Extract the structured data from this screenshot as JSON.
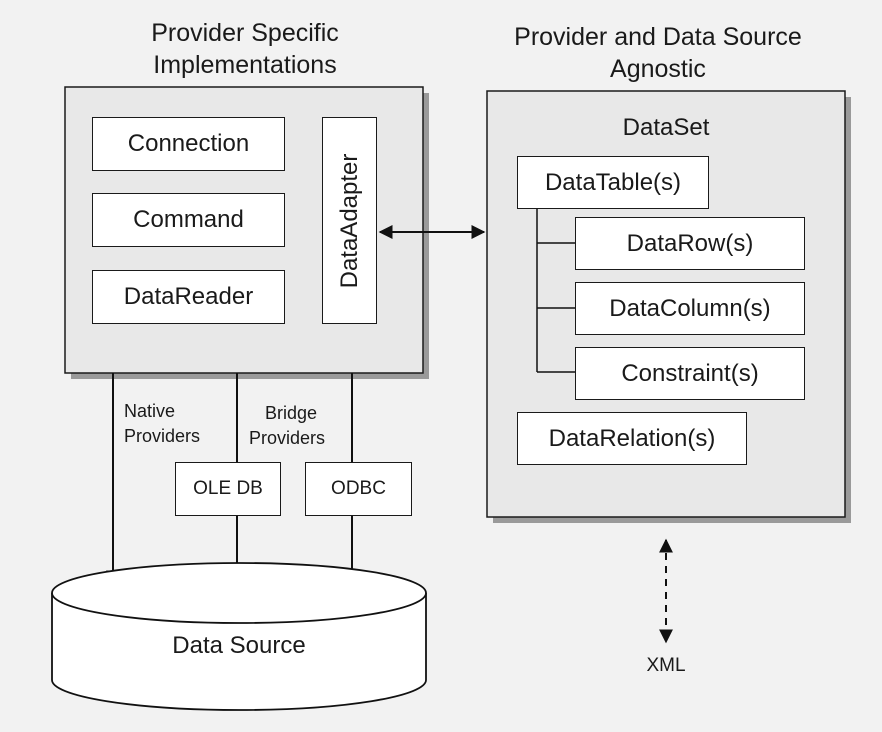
{
  "headings": {
    "provider_specific": [
      "Provider Specific",
      "Implementations"
    ],
    "agnostic": [
      "Provider and Data Source",
      "Agnostic"
    ]
  },
  "provider_box": {
    "connection": "Connection",
    "command": "Command",
    "datareader": "DataReader",
    "dataadapter": "DataAdapter"
  },
  "dataset_box": {
    "title": "DataSet",
    "datatable": "DataTable(s)",
    "datarow": "DataRow(s)",
    "datacolumn": "DataColumn(s)",
    "constraint": "Constraint(s)",
    "datarelation": "DataRelation(s)"
  },
  "providers": {
    "native": [
      "Native",
      "Providers"
    ],
    "bridge": [
      "Bridge",
      "Providers"
    ],
    "oledb": "OLE DB",
    "odbc": "ODBC"
  },
  "data_source": "Data Source",
  "xml": "XML"
}
